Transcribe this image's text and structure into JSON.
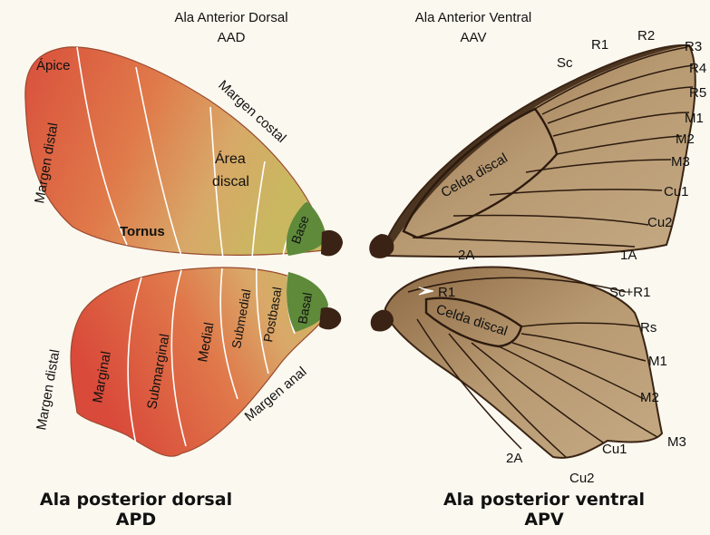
{
  "headers": {
    "aad_title": "Ala Anterior Dorsal",
    "aad_abbr": "AAD",
    "aav_title": "Ala Anterior Ventral",
    "aav_abbr": "AAV"
  },
  "forewing_dorsal": {
    "apice": "Ápice",
    "margen_distal": "Margen distal",
    "tornus": "Tornus",
    "area_discal_1": "Área",
    "area_discal_2": "discal",
    "margen_costal": "Margen costal",
    "base": "Base"
  },
  "hindwing_dorsal": {
    "margen_distal": "Margen distal",
    "marginal": "Marginal",
    "submarginal": "Submarginal",
    "medial": "Medial",
    "submedial": "Submedial",
    "postbasal": "Postbasal",
    "basal": "Basal",
    "margen_anal": "Margen anal"
  },
  "forewing_ventral": {
    "veins": [
      "Sc",
      "R1",
      "R2",
      "R3",
      "R4",
      "R5",
      "M1",
      "M2",
      "M3",
      "Cu1",
      "Cu2",
      "1A",
      "2A"
    ],
    "celda_discal": "Celda discal"
  },
  "hindwing_ventral": {
    "r1": "R1",
    "sc_r1": "Sc+R1",
    "celda_discal": "Celda discal",
    "rs": "Rs",
    "m1": "M1",
    "m2": "M2",
    "m3": "M3",
    "cu1": "Cu1",
    "cu2": "Cu2",
    "a2": "2A"
  },
  "captions": {
    "apd_title": "Ala posterior dorsal",
    "apd_abbr": "APD",
    "apv_title": "Ala posterior ventral",
    "apv_abbr": "APV"
  },
  "colors": {
    "background": "#fbf8ef",
    "apex_red": "#d9503c",
    "tornus_orange": "#e07a4a",
    "discal_tan": "#d8a868",
    "postbasal_yellow": "#c9b860",
    "base_green": "#5e8a3a",
    "ventral_tan": "#b89a72",
    "vein_dark": "#2c1a0e"
  }
}
